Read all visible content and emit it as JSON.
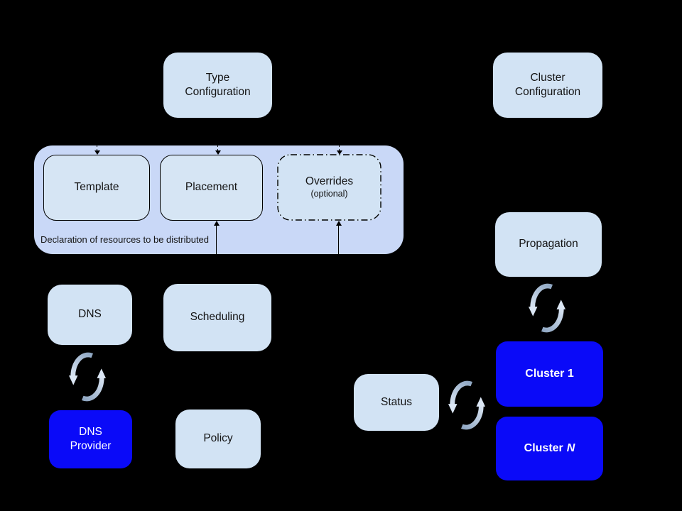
{
  "diagram": {
    "kind": "architecture-diagram",
    "caption": "Declaration of resources to be distributed"
  },
  "colors": {
    "background": "#000000",
    "container_fill": "#c9d8f7",
    "box_fill": "#d2e3f4",
    "accent_blue": "#0a0af8",
    "border_black": "#000000",
    "text_dark": "#141414",
    "text_white": "#ffffff",
    "sync_arrow_light": "#dce7f5",
    "sync_arrow_dark": "#8ea6c2"
  },
  "icons": {
    "sync": "two-curved-arrows-cycle"
  },
  "nodes": {
    "type_configuration": {
      "line1": "Type",
      "line2": "Configuration"
    },
    "cluster_configuration": {
      "line1": "Cluster",
      "line2": "Configuration"
    },
    "template": {
      "label": "Template"
    },
    "placement": {
      "label": "Placement"
    },
    "overrides": {
      "label": "Overrides",
      "sublabel": "(optional)"
    },
    "dns": {
      "label": "DNS"
    },
    "scheduling": {
      "label": "Scheduling"
    },
    "propagation": {
      "label": "Propagation"
    },
    "status": {
      "label": "Status"
    },
    "policy": {
      "label": "Policy"
    },
    "dns_provider": {
      "line1": "DNS",
      "line2": "Provider"
    },
    "cluster_1": {
      "label": "Cluster 1"
    },
    "cluster_n": {
      "prefix": "Cluster",
      "suffix_italic": "N"
    }
  }
}
